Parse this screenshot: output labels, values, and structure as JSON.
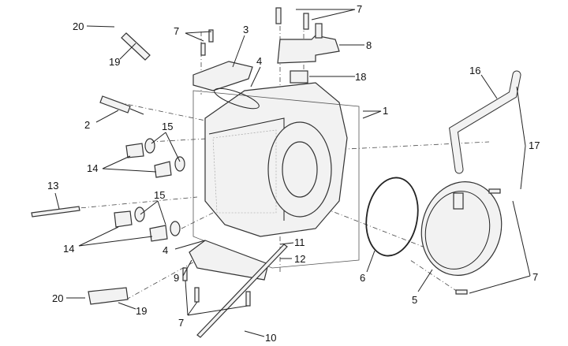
{
  "labels": [
    "20",
    "19",
    "7",
    "3",
    "4",
    "7",
    "8",
    "18",
    "16",
    "1",
    "2",
    "15",
    "14",
    "17",
    "13",
    "15",
    "14",
    "4",
    "11",
    "12",
    "9",
    "6",
    "7",
    "5",
    "20",
    "19",
    "7",
    "10"
  ]
}
